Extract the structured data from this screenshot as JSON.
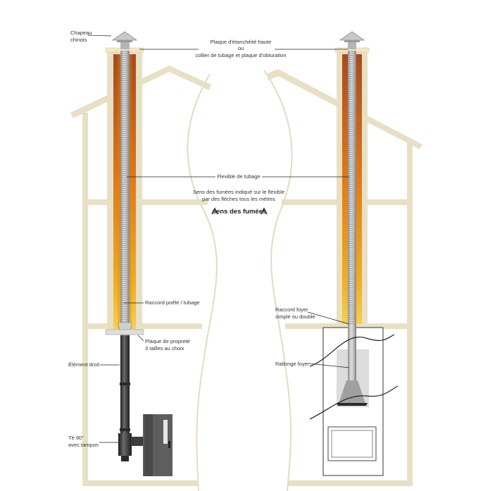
{
  "labels": {
    "chapeau_line1": "Chapeau",
    "chapeau_line2": "chinois",
    "plaque_etancheite_line1": "Plaque d'étanchéité haute",
    "plaque_etancheite_line2": "ou",
    "plaque_etancheite_line3": "collier de tubage et plaque d'obturation",
    "flexible": "Flexible de tubage",
    "sens_line1": "Sens des fumées indiqué sur le flexible",
    "sens_line2": "par des flèches tous les mètres",
    "sens_arrow_label": "sens des fumées",
    "raccord_poele": "Raccord poêle / tubage",
    "plaque_proprete_line1": "Plaque de propreté",
    "plaque_proprete_line2": "3 tailles au choix",
    "element_droit": "Élément droit",
    "te_line1": "Té 90°",
    "te_line2": "avec tampon",
    "raccord_foyer_line1": "Raccord foyer",
    "raccord_foyer_line2": "simple ou double",
    "rallonge_foyer": "Rallonge foyer"
  },
  "colors": {
    "house_wall": "#e9dfc3",
    "chimney_flue_outer": "#b5561e",
    "chimney_flue_inner": "#f0a020",
    "flex_pipe": "#b9b9b9",
    "stove_pipe": "#3a3a3a",
    "curve_line": "#e3dbc2"
  }
}
